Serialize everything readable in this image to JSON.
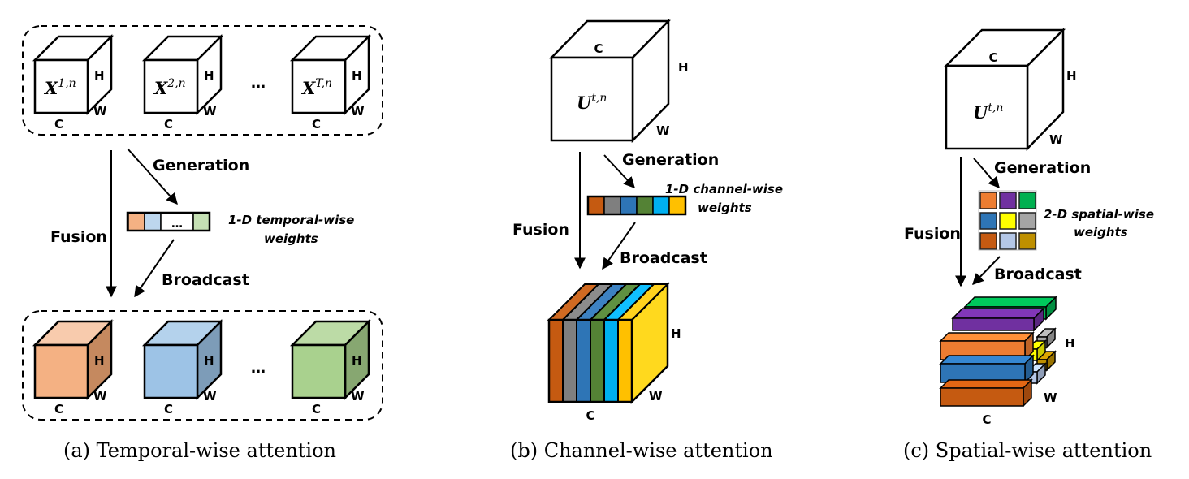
{
  "panels": [
    {
      "id": "a",
      "caption": "(a) Temporal-wise attention",
      "inputs": [
        {
          "symbol": "X",
          "sup": "1,n"
        },
        {
          "symbol": "X",
          "sup": "2,n"
        },
        {
          "symbol": "X",
          "sup": "T,n"
        }
      ],
      "ellipsis": "…",
      "dims": {
        "c": "C",
        "h": "H",
        "w": "W"
      },
      "fusion_label": "Fusion",
      "generation_label": "Generation",
      "broadcast_label": "Broadcast",
      "weights_label_line1": "1-D temporal-wise",
      "weights_label_line2": "weights",
      "weight_ellipsis": "…",
      "weight_colors": [
        "#F4B183",
        "#BDD7EE",
        "#FFFFFF",
        "#C5E0B4"
      ],
      "output_colors": [
        {
          "front": "#F4B183",
          "top": "#F8CBAD",
          "side": "#C5895F"
        },
        {
          "front": "#9DC3E6",
          "top": "#B4D2EC",
          "side": "#7D9CB8"
        },
        {
          "front": "#A9D18E",
          "top": "#BCDBA6",
          "side": "#87A771"
        }
      ]
    },
    {
      "id": "b",
      "caption": "(b) Channel-wise attention",
      "input": {
        "symbol": "U",
        "sup": "t,n"
      },
      "dims": {
        "c": "C",
        "h": "H",
        "w": "W"
      },
      "fusion_label": "Fusion",
      "generation_label": "Generation",
      "broadcast_label": "Broadcast",
      "weights_label_line1": "1-D channel-wise",
      "weights_label_line2": "weights",
      "weight_colors": [
        "#C55A11",
        "#7F7F7F",
        "#2E75B6",
        "#548235",
        "#00B0F0",
        "#FFC000"
      ],
      "slab_top_colors": [
        "#D06A22",
        "#8C8C8C",
        "#3D82C2",
        "#5F9141",
        "#10BFFF",
        "#FFD21E"
      ],
      "side_color": "#FFD91E"
    },
    {
      "id": "c",
      "caption": "(c) Spatial-wise attention",
      "input": {
        "symbol": "U",
        "sup": "t,n"
      },
      "dims": {
        "c": "C",
        "h": "H",
        "w": "W"
      },
      "fusion_label": "Fusion",
      "generation_label": "Generation",
      "broadcast_label": "Broadcast",
      "weights_label_line1": "2-D spatial-wise",
      "weights_label_line2": "weights",
      "grid_colors": [
        [
          "#ED7D31",
          "#7030A0",
          "#00B050"
        ],
        [
          "#2E75B6",
          "#FFFF00",
          "#A5A5A5"
        ],
        [
          "#C55A11",
          "#B4C7E7",
          "#BF9000"
        ]
      ]
    }
  ]
}
